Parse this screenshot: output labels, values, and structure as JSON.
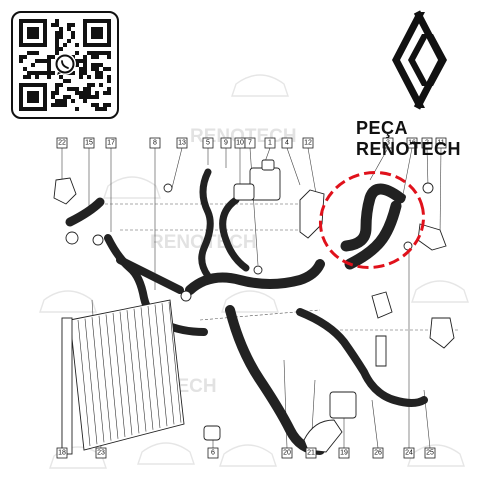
{
  "brand": {
    "name": "PEÇA RENOTECH",
    "watermark_text": "RENOTECH",
    "logo_icon": "renault-diamond-logo",
    "qr_icon": "whatsapp-qr-code"
  },
  "diagram": {
    "highlight_color": "#e0111b",
    "callouts_top": [
      "22",
      "15",
      "17",
      "8",
      "13",
      "5",
      "9",
      "10",
      "7",
      "1",
      "4",
      "12",
      "3",
      "16",
      "2",
      "11"
    ],
    "callouts_bottom": [
      "18",
      "23",
      "6",
      "20",
      "21",
      "19",
      "26",
      "24",
      "25"
    ]
  }
}
